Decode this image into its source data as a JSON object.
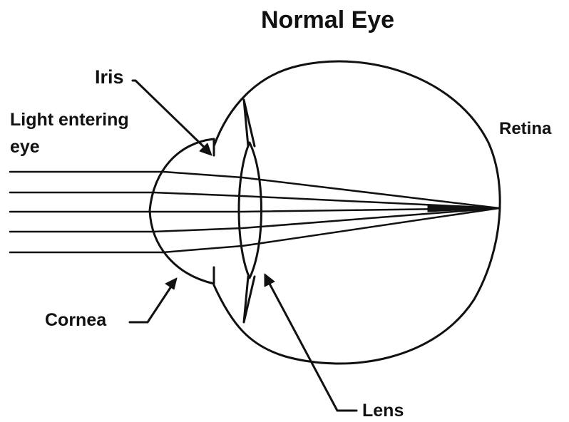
{
  "title": "Normal Eye",
  "labels": {
    "iris": "Iris",
    "light_entering_line1": "Light entering",
    "light_entering_line2": "eye",
    "retina": "Retina",
    "cornea": "Cornea",
    "lens": "Lens"
  },
  "colors": {
    "ink": "#111111",
    "background": "#ffffff"
  }
}
